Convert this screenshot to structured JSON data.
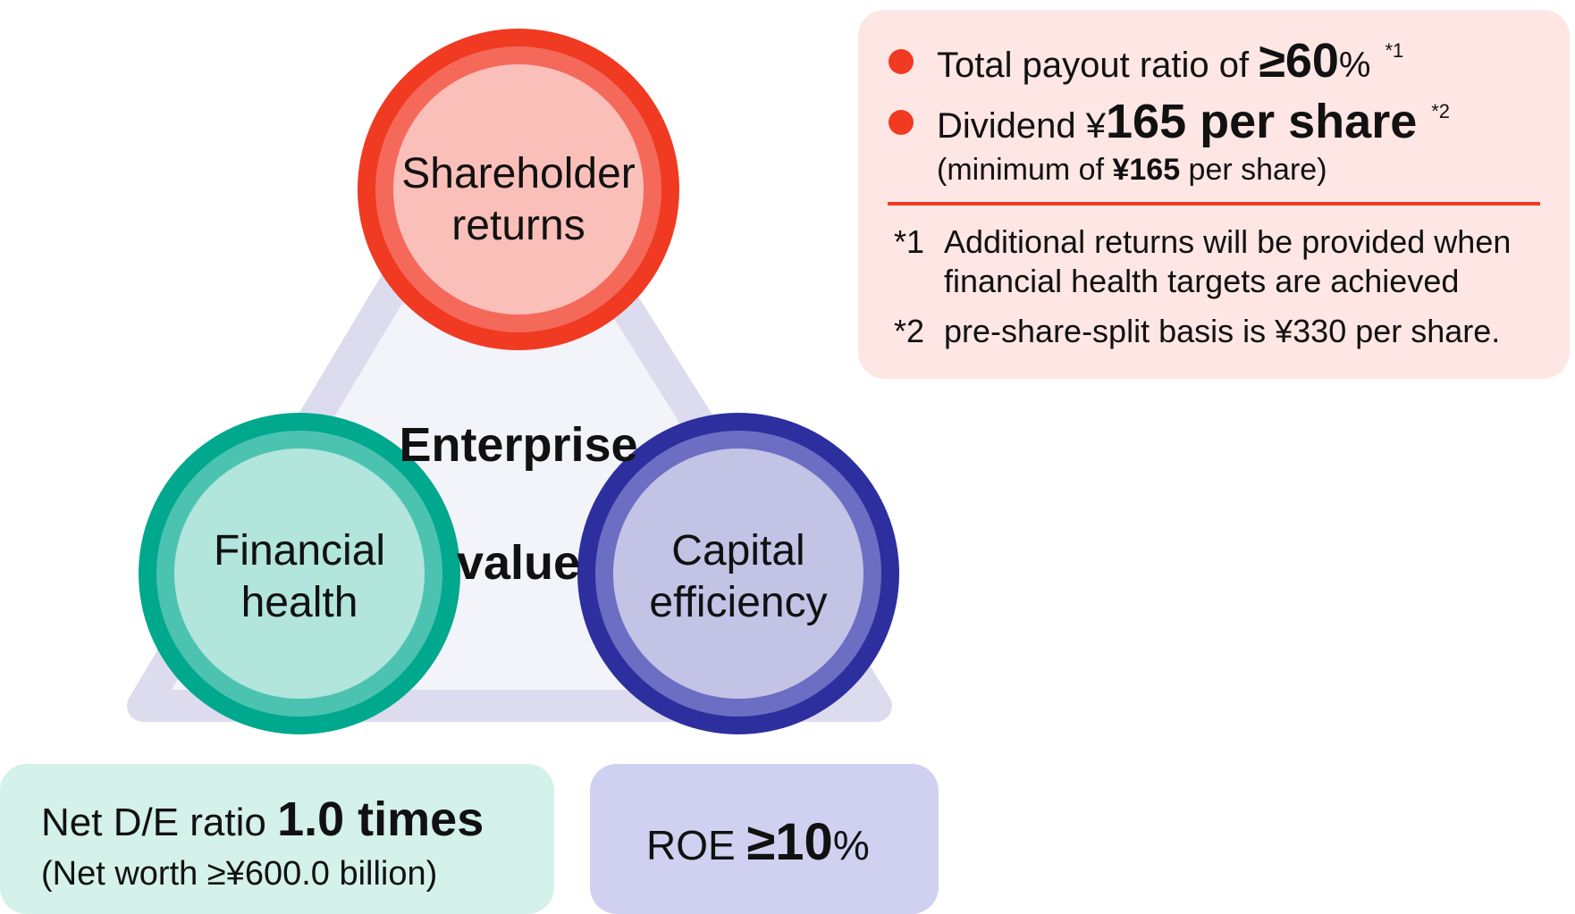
{
  "diagram": {
    "center": {
      "line1": "Enterprise",
      "line2": "value"
    },
    "pillars": [
      {
        "id": "shareholder-returns",
        "label": "Shareholder\nreturns"
      },
      {
        "id": "financial-health",
        "label": "Financial\nhealth"
      },
      {
        "id": "capital-efficiency",
        "label": "Capital\nefficiency"
      }
    ]
  },
  "returns": {
    "payout": {
      "text": "Total payout ratio of ",
      "value": "≥60",
      "unit": "%",
      "note": "*1"
    },
    "dividend": {
      "text": "Dividend ¥",
      "value": "165 per share",
      "note": "*2"
    },
    "minimum": {
      "prefix": "(minimum of ",
      "value": "¥165",
      "suffix": " per share)"
    },
    "notes": [
      {
        "mark": "*1",
        "text": "Additional returns will be provided when\nfinancial health targets are achieved"
      },
      {
        "mark": "*2",
        "text": "pre-share-split basis is ¥330 per share."
      }
    ]
  },
  "financial_target": {
    "label": "Net D/E ratio ",
    "value": "1.0 times",
    "sub": "(Net worth ≥¥600.0 billion)"
  },
  "capital_target": {
    "label": "ROE ",
    "value": "≥10",
    "unit": "%"
  },
  "colors": {
    "red_ring": "#f03a22",
    "red_mid": "#f5695a",
    "red_fill": "#fbbfb9",
    "teal_ring": "#00a88e",
    "teal_mid": "#4cc3b0",
    "teal_fill": "#b2e5dc",
    "navy_ring": "#2d2f9e",
    "navy_mid": "#6c6ec3",
    "navy_fill": "#c3c3e6",
    "triangle_fill": "#f3f3fa",
    "triangle_stroke": "#dcdcee"
  }
}
